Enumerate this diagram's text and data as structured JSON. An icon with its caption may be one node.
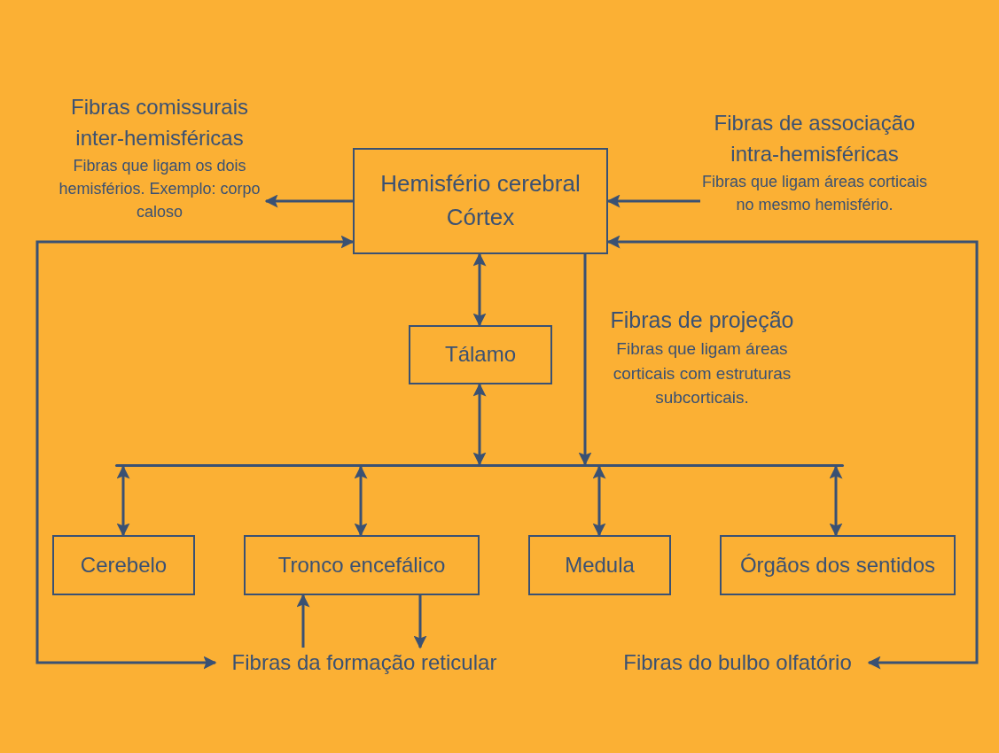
{
  "diagram": {
    "nodes": [
      {
        "text": [
          "Hemisfério cerebral",
          "Córtex"
        ]
      },
      {
        "text": [
          "Fibras comissurais inter-hemisféricas",
          "Fibras que ligam os dois hemisférios. Exemplo: corpo caloso"
        ]
      },
      {
        "text": [
          "Fibras de associação intra-hemisféricas",
          "Fibras que ligam áreas corticais no mesmo hemisfério."
        ]
      },
      {
        "text": [
          "Tálamo"
        ]
      },
      {
        "text": [],
        "shape": "bar"
      },
      {
        "text": [
          "Cerebelo"
        ]
      },
      {
        "text": [
          "Tronco encefálico"
        ]
      },
      {
        "text": [
          "Medula"
        ]
      },
      {
        "text": [
          "Órgãos dos sentidos"
        ]
      },
      {
        "text": [
          "Fibras da formação reticular"
        ]
      },
      {
        "text": [
          "Fibras do bulbo olfatório"
        ]
      }
    ],
    "edges": [
      {
        "from": 0,
        "to": 1,
        "arrow": "to"
      },
      {
        "from": 2,
        "to": 0,
        "arrow": "to"
      },
      {
        "from": 0,
        "to": 3,
        "arrow": "both"
      },
      {
        "from": 3,
        "to": 4,
        "arrow": "both"
      },
      {
        "from": 0,
        "to": 4,
        "arrow": "to"
      },
      {
        "from": 4,
        "to": 5,
        "arrow": "both"
      },
      {
        "from": 4,
        "to": 6,
        "arrow": "both"
      },
      {
        "from": 4,
        "to": 7,
        "arrow": "both"
      },
      {
        "from": 4,
        "to": 8,
        "arrow": "both"
      },
      {
        "from": 9,
        "to": 0,
        "arrow": "both"
      },
      {
        "from": 10,
        "to": 0,
        "arrow": "both"
      },
      {
        "from": 9,
        "to": 6,
        "arrow": "to"
      },
      {
        "from": 6,
        "to": 9,
        "arrow": "to"
      }
    ],
    "labels": [
      "Fibras de projeção",
      "Fibras que ligam áreas corticais com estruturas subcorticais."
    ]
  }
}
